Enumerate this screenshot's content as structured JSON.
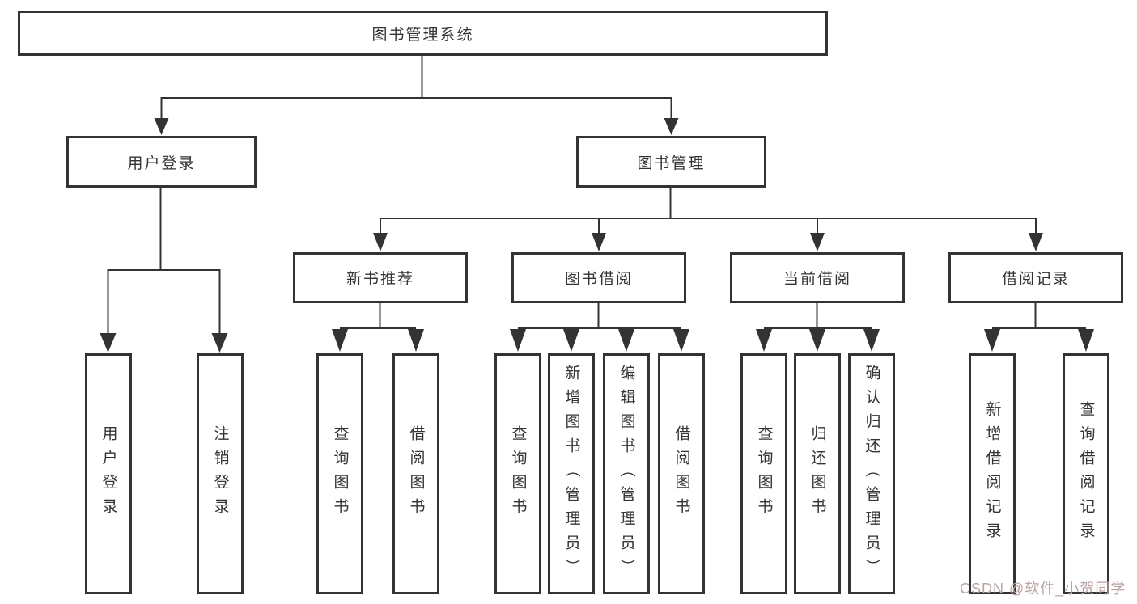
{
  "tree": {
    "label": "图书管理系统",
    "children": [
      {
        "label": "用户登录",
        "children": [
          {
            "label": "用户登录"
          },
          {
            "label": "注销登录"
          }
        ]
      },
      {
        "label": "图书管理",
        "children": [
          {
            "label": "新书推荐",
            "children": [
              {
                "label": "查询图书"
              },
              {
                "label": "借阅图书"
              }
            ]
          },
          {
            "label": "图书借阅",
            "children": [
              {
                "label": "查询图书"
              },
              {
                "label": "新增图书（管理员）"
              },
              {
                "label": "编辑图书（管理员）"
              },
              {
                "label": "借阅图书"
              }
            ]
          },
          {
            "label": "当前借阅",
            "children": [
              {
                "label": "查询图书"
              },
              {
                "label": "归还图书"
              },
              {
                "label": "确认归还（管理员）"
              }
            ]
          },
          {
            "label": "借阅记录",
            "children": [
              {
                "label": "新增借阅记录"
              },
              {
                "label": "查询借阅记录"
              }
            ]
          }
        ]
      }
    ]
  },
  "watermark": "CSDN @软件_小贺同学",
  "colors": {
    "line": "#333333",
    "text": "#333333",
    "box_background": "#ffffff",
    "watermark": "#b9a3a3"
  }
}
